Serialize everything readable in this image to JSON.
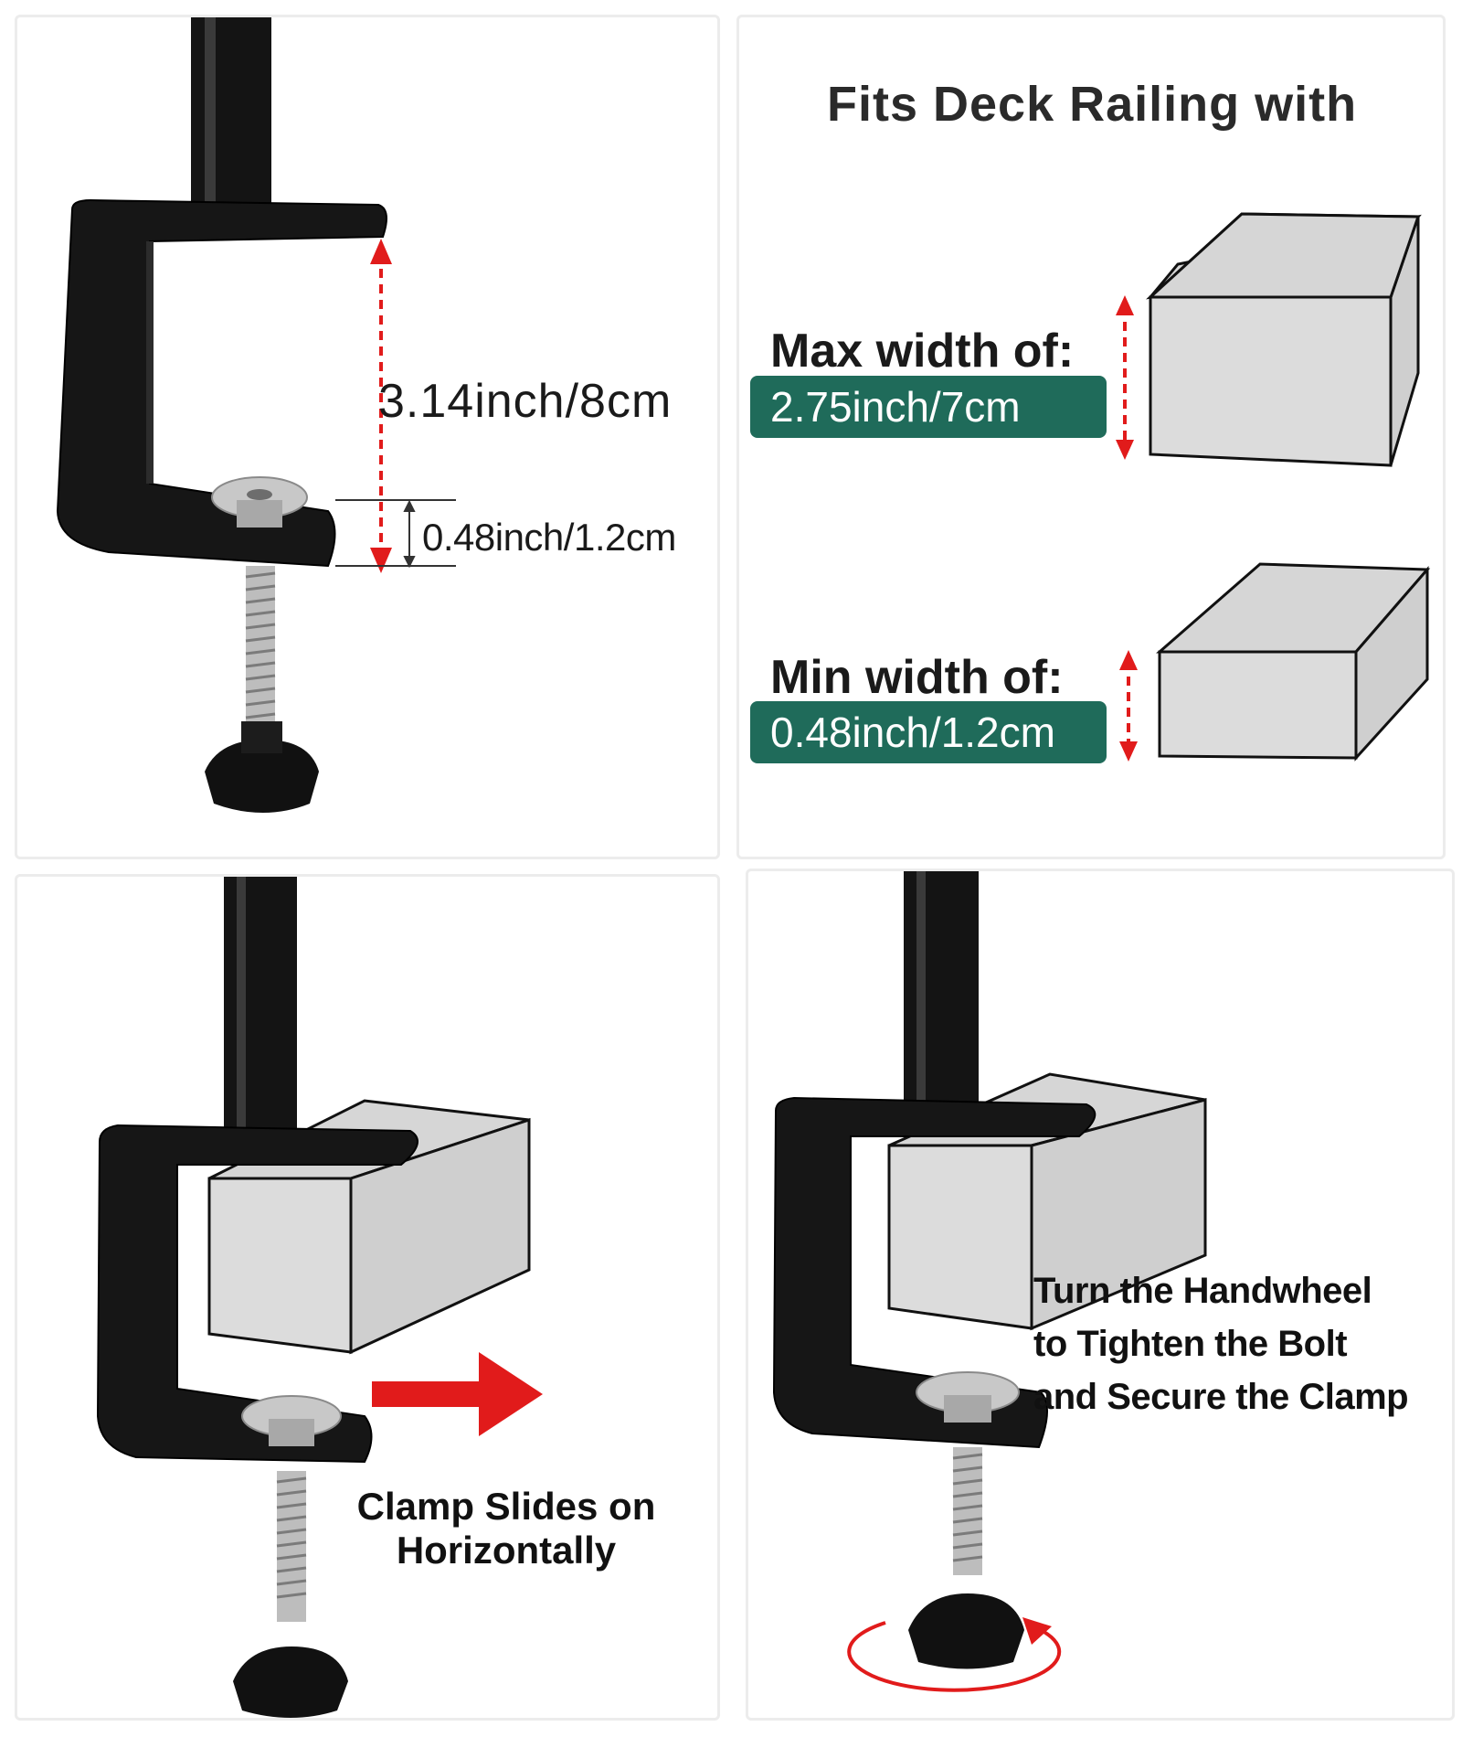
{
  "panel_specs": {
    "opening_label": "3.14inch/8cm",
    "pad_label": "0.48inch/1.2cm"
  },
  "deck_fit": {
    "title": "Fits Deck Railing with",
    "max_label": "Max width of:",
    "max_value": "2.75inch/7cm",
    "min_label": "Min width of:",
    "min_value": "0.48inch/1.2cm"
  },
  "slide_panel": {
    "caption_line1": "Clamp Slides on",
    "caption_line2": "Horizontally"
  },
  "tighten_panel": {
    "line1": "Turn the Handwheel",
    "line2": "to Tighten the Bolt",
    "line3": "and Secure the Clamp"
  },
  "colors": {
    "badge_green": "#1f6b5a",
    "arrow_red": "#e11b1b",
    "block_gray": "#d9d9d9",
    "clamp_black": "#141414"
  }
}
